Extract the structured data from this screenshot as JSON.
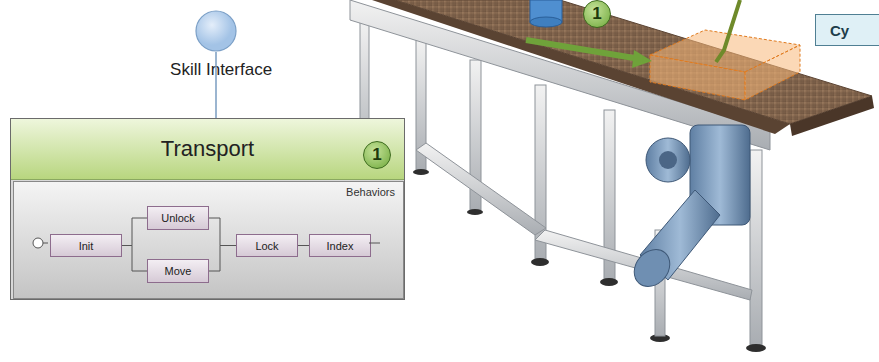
{
  "diagram": {
    "nodes": [
      {
        "text": [
          "Skill Interface"
        ]
      },
      {
        "text": [
          "Transport"
        ]
      },
      {
        "text": [
          "Behaviors"
        ],
        "in": 1
      },
      {
        "text": [
          "Init"
        ],
        "in": 2
      },
      {
        "text": [
          "Unlock"
        ],
        "in": 2
      },
      {
        "text": [
          "Move"
        ],
        "in": 2
      },
      {
        "text": [
          "Lock"
        ],
        "in": 2
      },
      {
        "text": [
          "Index"
        ],
        "in": 2
      },
      {
        "text": [
          "Cy"
        ]
      }
    ],
    "edges": [
      {
        "from": 0,
        "to": 1,
        "arrow": "none"
      },
      {
        "from": 3,
        "to": 4,
        "arrow": "none"
      },
      {
        "from": 3,
        "to": 5,
        "arrow": "none"
      },
      {
        "from": 4,
        "to": 6,
        "arrow": "none"
      },
      {
        "from": 5,
        "to": 6,
        "arrow": "none"
      },
      {
        "from": 6,
        "to": 7,
        "arrow": "none"
      }
    ],
    "labels": [
      "1",
      "1"
    ]
  }
}
